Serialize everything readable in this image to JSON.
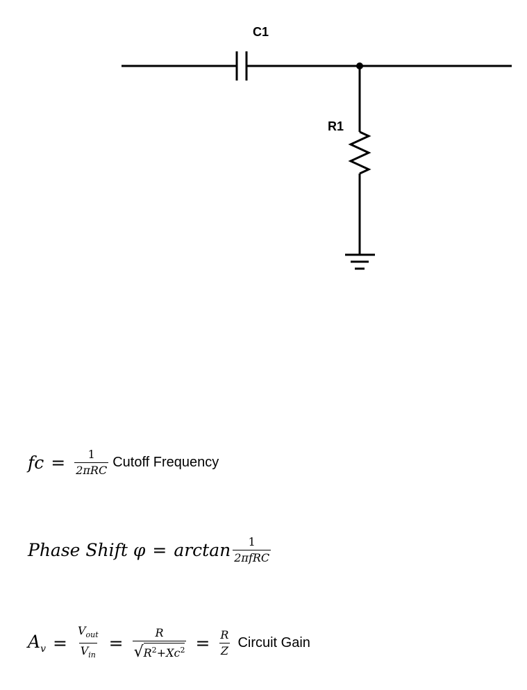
{
  "diagram": {
    "capacitor_label": "C1",
    "resistor_label": "R1"
  },
  "equations": {
    "cutoff": {
      "lhs": "fc",
      "equals": "=",
      "numerator": "1",
      "denominator": "2πRC",
      "text": "Cutoff Frequency"
    },
    "phase": {
      "lhs": "Phase Shift φ",
      "equals": "=",
      "func": "arctan",
      "numerator": "1",
      "denominator": "2πfRC"
    },
    "gain": {
      "lhs_base": "A",
      "lhs_sub": "v",
      "equals": "=",
      "f1_num_base": "V",
      "f1_num_sub": "out",
      "f1_den_base": "V",
      "f1_den_sub": "in",
      "f2_num": "R",
      "f2_den_a": "R",
      "f2_den_plus": "+",
      "f2_den_b": "Xc",
      "sup": "2",
      "f3_num": "R",
      "f3_den": "Z",
      "text": "Circuit Gain"
    }
  }
}
